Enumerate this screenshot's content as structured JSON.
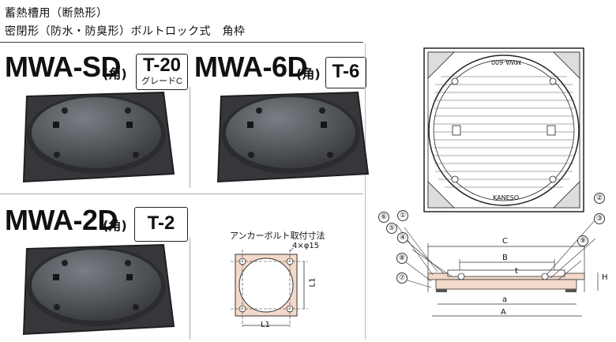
{
  "header": {
    "line1": "蓄熱槽用（断熱形）",
    "line2": "密閉形（防水・防臭形）ボルトロック式　角枠"
  },
  "products": [
    {
      "model": "MWA-SD",
      "shape": "(角)",
      "load": "T-20",
      "load_note": "グレードC"
    },
    {
      "model": "MWA-6D",
      "shape": "(角)",
      "load": "T-6"
    },
    {
      "model": "MWA-2D",
      "shape": "(角)",
      "load": "T-2"
    }
  ],
  "anchor": {
    "title": "アンカーボルト取付寸法",
    "bolts": "4×φ15",
    "dim_v": "L1",
    "dim_h": "L1"
  },
  "topview": {
    "cover_text_top": "MWA-600",
    "cover_text_bottom": "KANESO"
  },
  "section": {
    "dims": {
      "C": "C",
      "B": "B",
      "a": "a",
      "A": "A",
      "H": "H",
      "t": "t"
    },
    "callouts": [
      "①",
      "②",
      "③",
      "④",
      "⑤",
      "⑥",
      "⑦",
      "⑧",
      "⑨"
    ]
  },
  "colors": {
    "cover": "#4a4d52",
    "cover_dark": "#2e3034",
    "frame_fill": "#f3d9c9",
    "line": "#333333"
  }
}
